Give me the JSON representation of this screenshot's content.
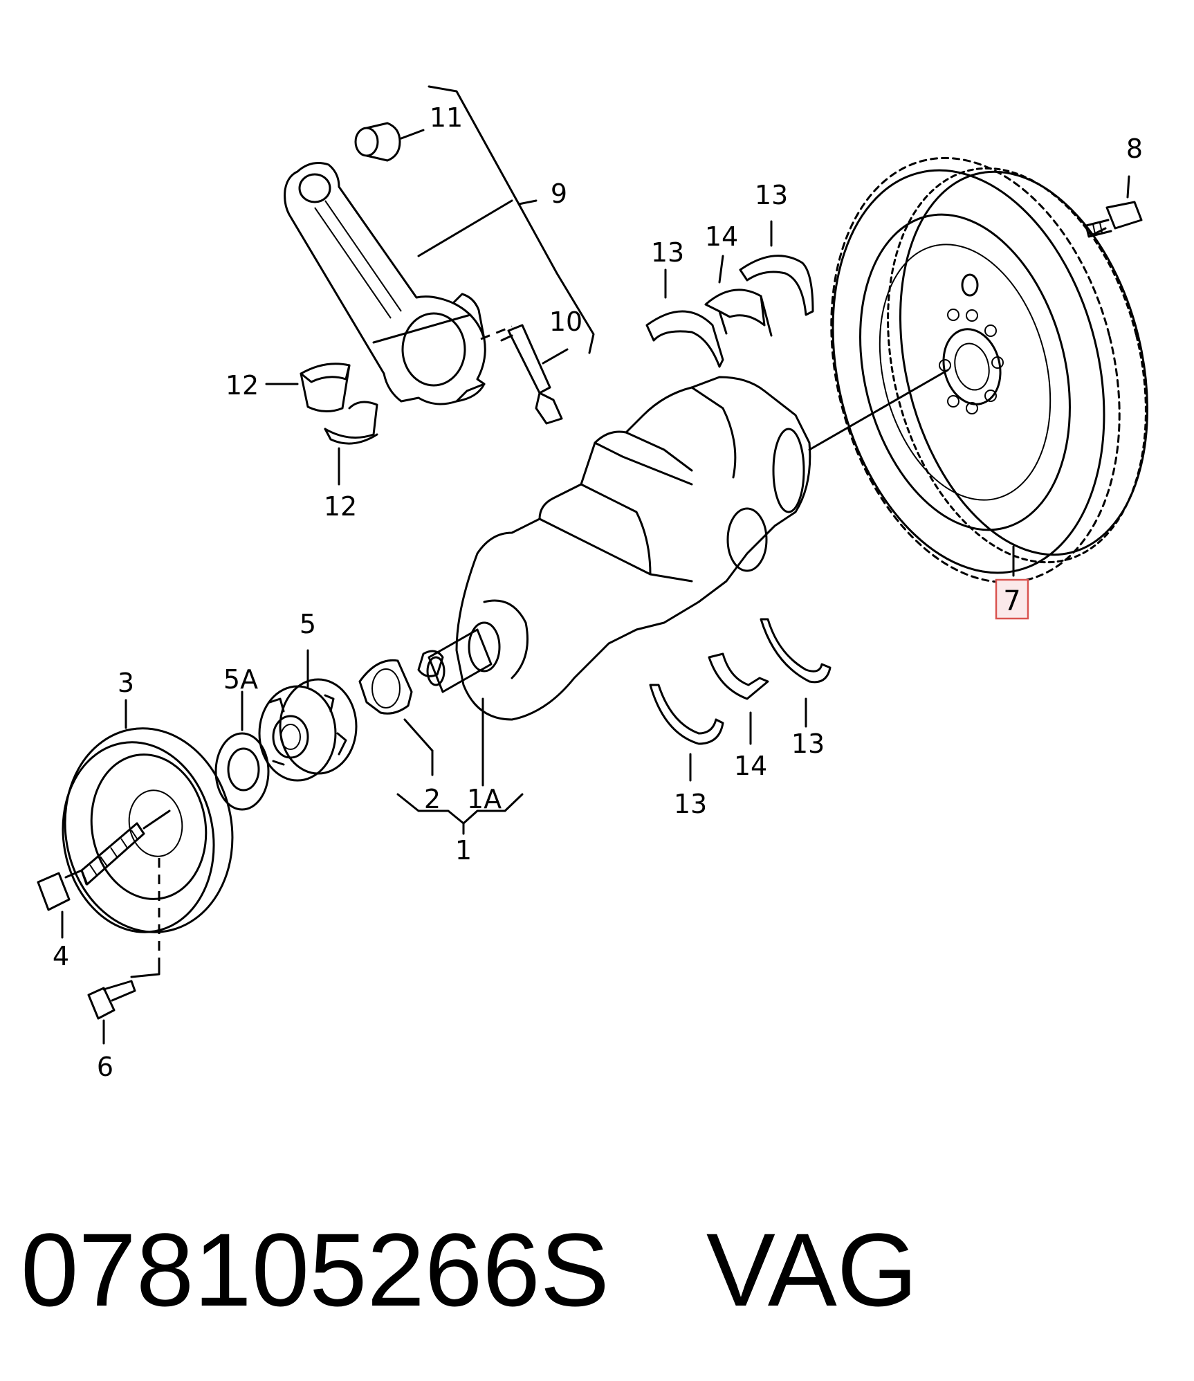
{
  "diagram": {
    "labels": {
      "p1": "1",
      "p1a": "1A",
      "p2": "2",
      "p3": "3",
      "p4": "4",
      "p5": "5",
      "p5a": "5A",
      "p6": "6",
      "p7": "7",
      "p8": "8",
      "p9": "9",
      "p10": "10",
      "p11": "11",
      "p12a": "12",
      "p12b": "12",
      "p13a": "13",
      "p13b": "13",
      "p13c": "13",
      "p13d": "13",
      "p14a": "14",
      "p14b": "14"
    },
    "highlighted_part": "7",
    "highlight_color": "#d9534f"
  },
  "caption": {
    "part_number": "078105266S",
    "brand": "VAG"
  }
}
